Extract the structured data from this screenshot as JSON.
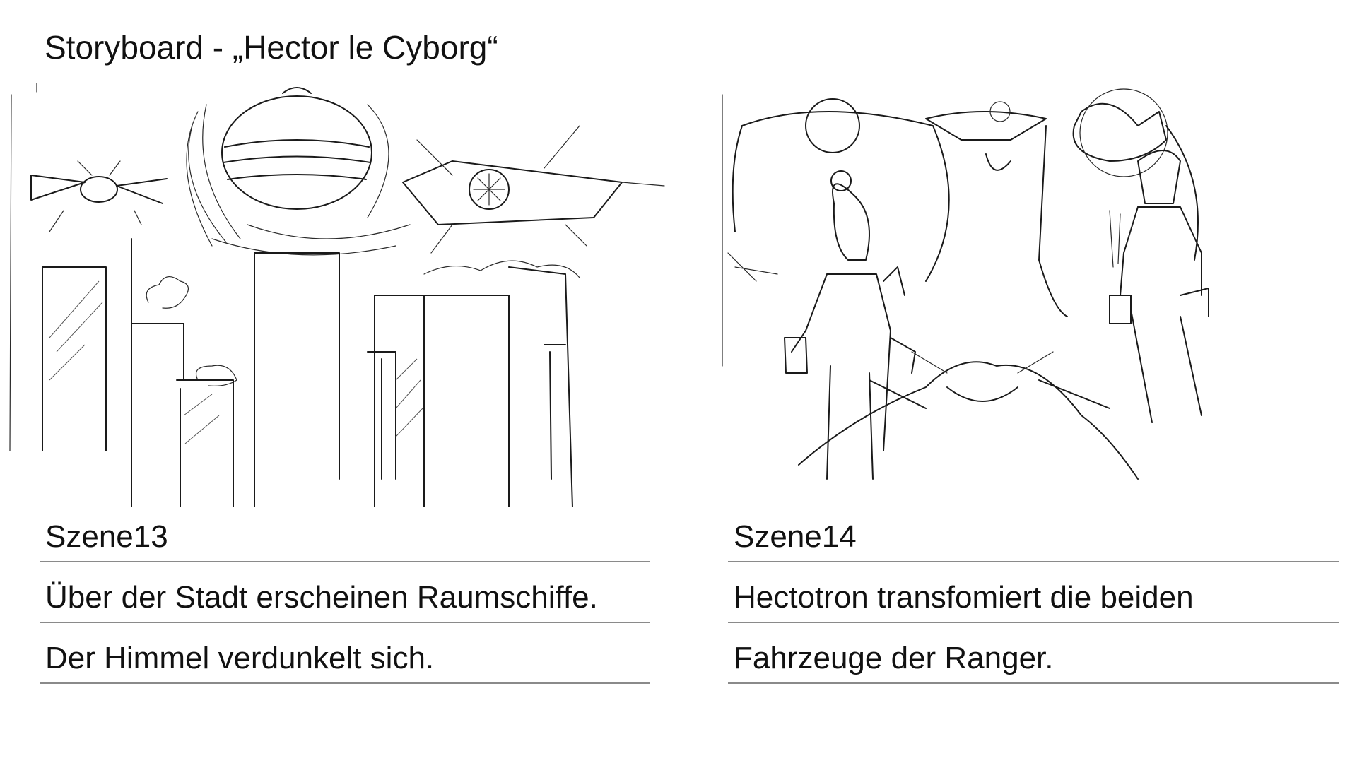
{
  "document": {
    "title": "Storyboard - „Hector le Cyborg“"
  },
  "panels": [
    {
      "scene": "Szene13",
      "lines": [
        "Über der Stadt erscheinen Raumschiffe.",
        "Der Himmel verdunkelt sich."
      ]
    },
    {
      "scene": "Szene14",
      "lines": [
        "Hectotron transfomiert die beiden",
        "Fahrzeuge der Ranger."
      ]
    }
  ]
}
